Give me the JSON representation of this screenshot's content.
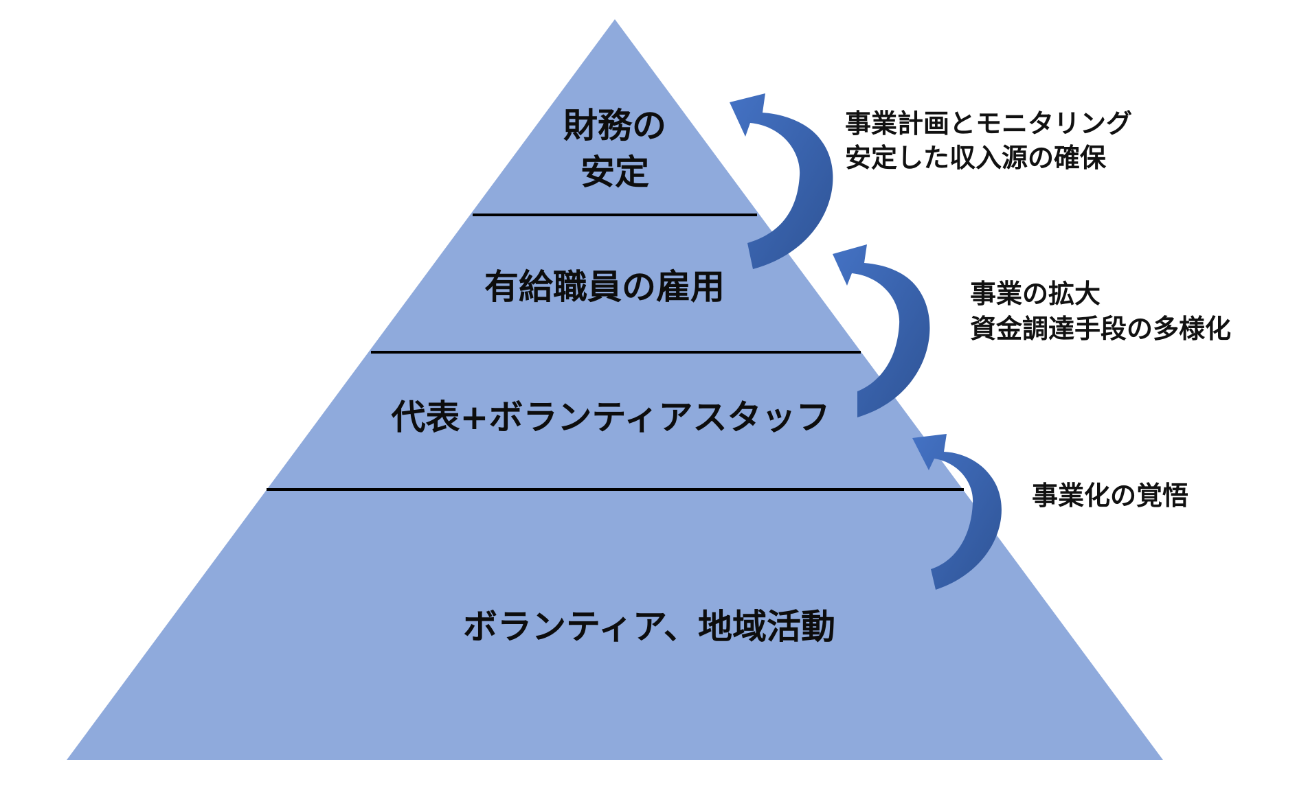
{
  "colors": {
    "pyramid_fill": "#8FAADC",
    "divider": "#000000",
    "arrow_fill": "#4472C4",
    "arrow_dark": "#2F5496",
    "text": "#0d0d0d"
  },
  "pyramid": {
    "tiers": [
      {
        "lines": [
          "財務の",
          "安定"
        ]
      },
      {
        "lines": [
          "有給職員の雇用"
        ]
      },
      {
        "lines": [
          "代表+ボランティアスタッフ"
        ]
      },
      {
        "lines": [
          "ボランティア、地域活動"
        ]
      }
    ]
  },
  "transitions": [
    {
      "icon": "curved-arrow-icon",
      "lines": [
        "事業計画とモニタリング",
        "安定した収入源の確保"
      ]
    },
    {
      "icon": "curved-arrow-icon",
      "lines": [
        "事業の拡大",
        "資金調達手段の多様化"
      ]
    },
    {
      "icon": "curved-arrow-icon",
      "lines": [
        "事業化の覚悟"
      ]
    }
  ]
}
